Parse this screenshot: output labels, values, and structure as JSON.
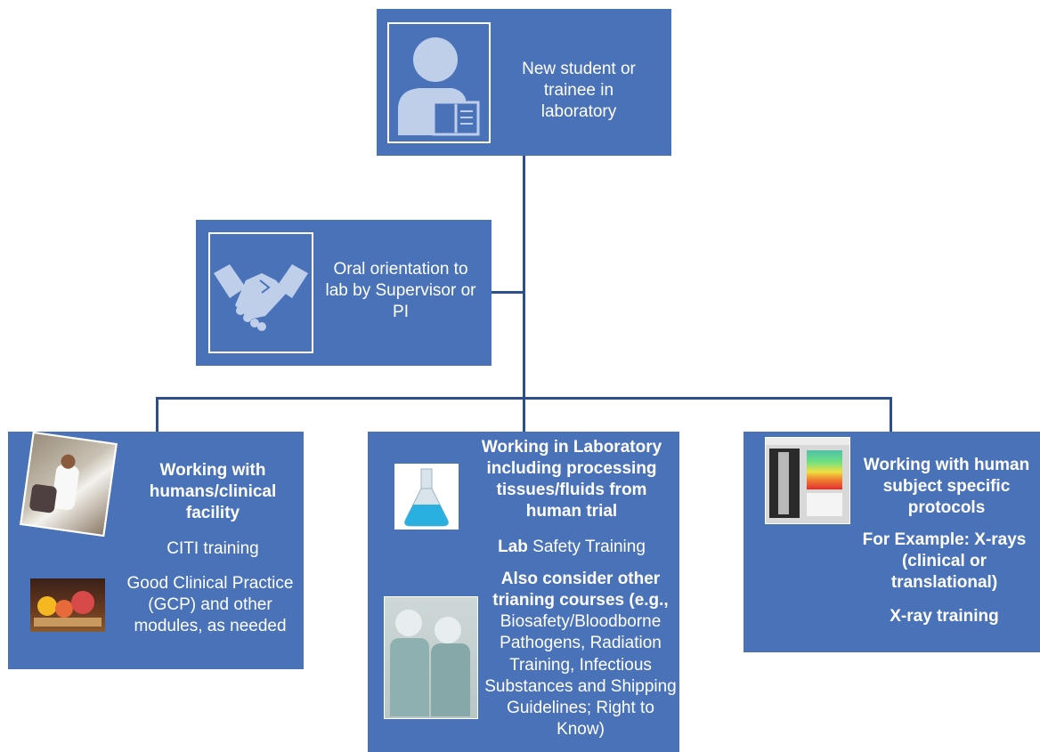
{
  "top": {
    "text": "New student or trainee in laboratory",
    "icon": "student-reading-icon"
  },
  "orientation": {
    "text": "Oral orientation to lab by Supervisor or PI",
    "icon": "handshake-icon"
  },
  "left": {
    "title": "Working with humans/clinical facility",
    "line1": "CITI training",
    "line2": "Good Clinical Practice (GCP) and other modules, as needed"
  },
  "middle": {
    "title": "Working in Laboratory including processing tissues/fluids from human trial",
    "safety_bold": "Lab",
    "safety_rest": " Safety Training",
    "also_bold": "Also consider other trianing courses (e.g.,",
    "also_rest": " Biosafety/Bloodborne Pathogens, Radiation Training, Infectious Substances and Shipping Guidelines; Right to Know)"
  },
  "right": {
    "title": "Working with human subject specific protocols",
    "example": "For Example:  X-rays (clinical or translational)",
    "training": "X-ray training"
  },
  "colors": {
    "box": "#4a72b8",
    "line": "#2e4f8f",
    "text": "#ffffff"
  }
}
